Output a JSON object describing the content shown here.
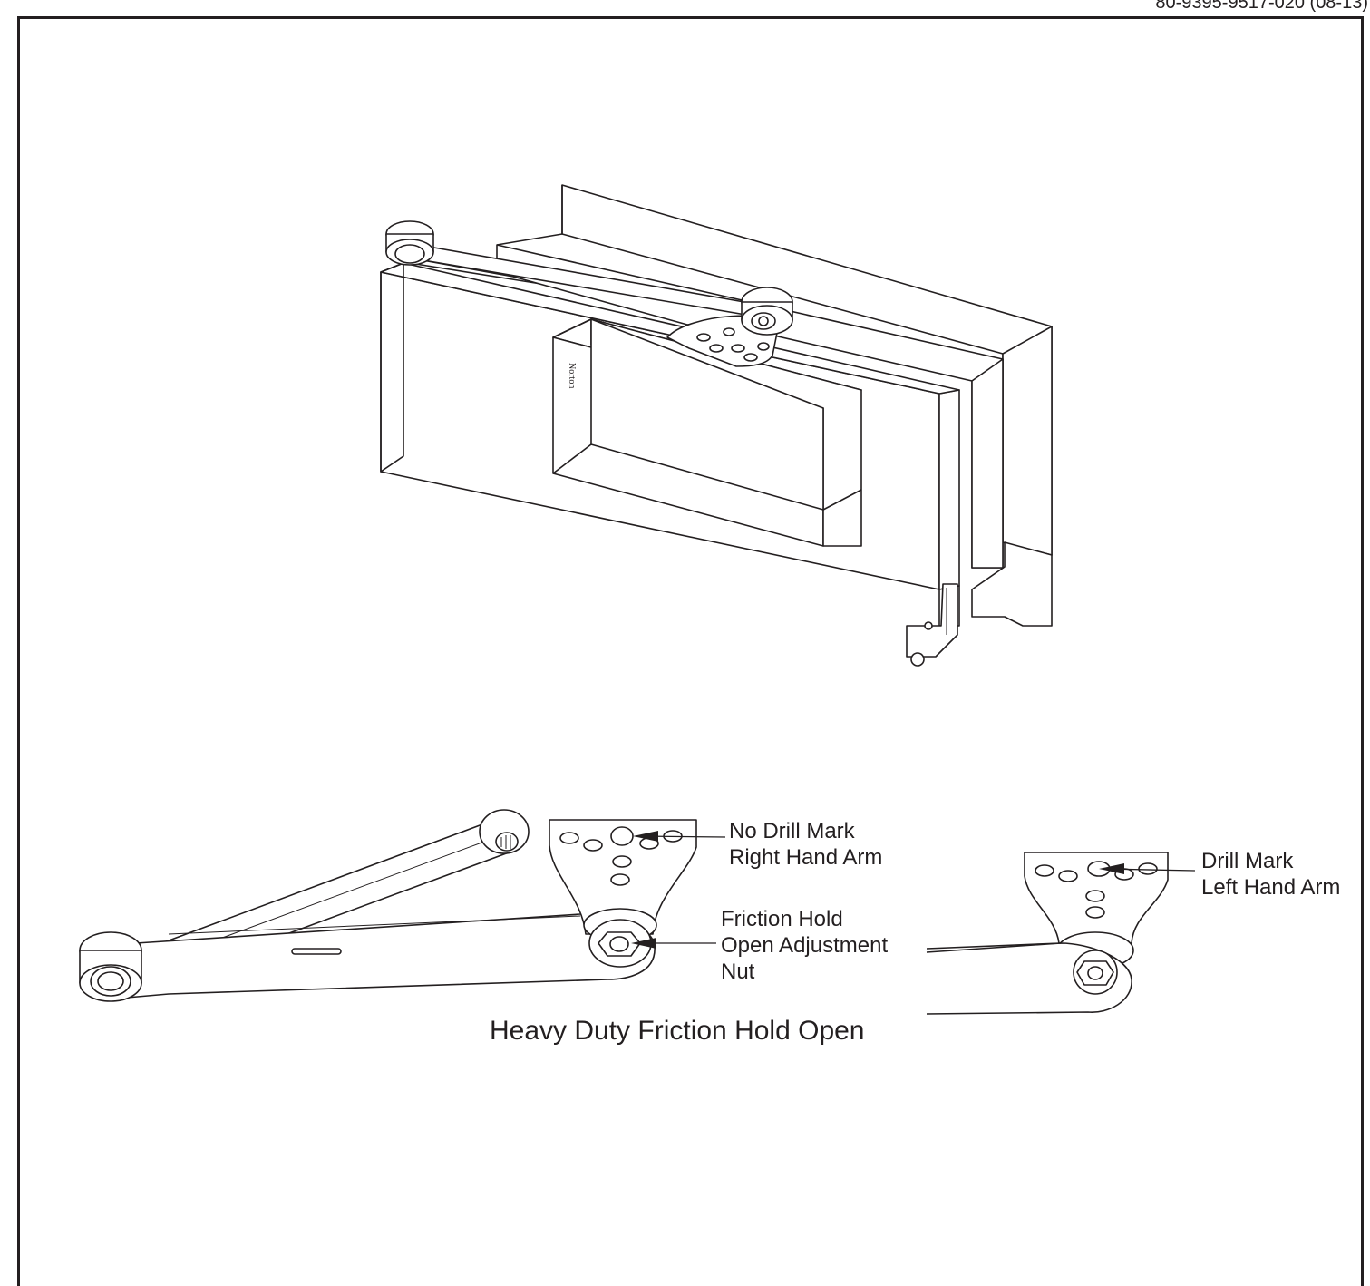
{
  "document": {
    "number": "80-9395-9517-020 (08-13)"
  },
  "labels": {
    "no_drill_mark": [
      "No Drill Mark",
      "Right Hand Arm"
    ],
    "drill_mark": [
      "Drill Mark",
      "Left Hand Arm"
    ],
    "friction_hold": [
      "Friction Hold",
      "Open Adjustment",
      "Nut"
    ]
  },
  "caption": "Heavy Duty Friction Hold Open",
  "closer_brand": "Norton"
}
